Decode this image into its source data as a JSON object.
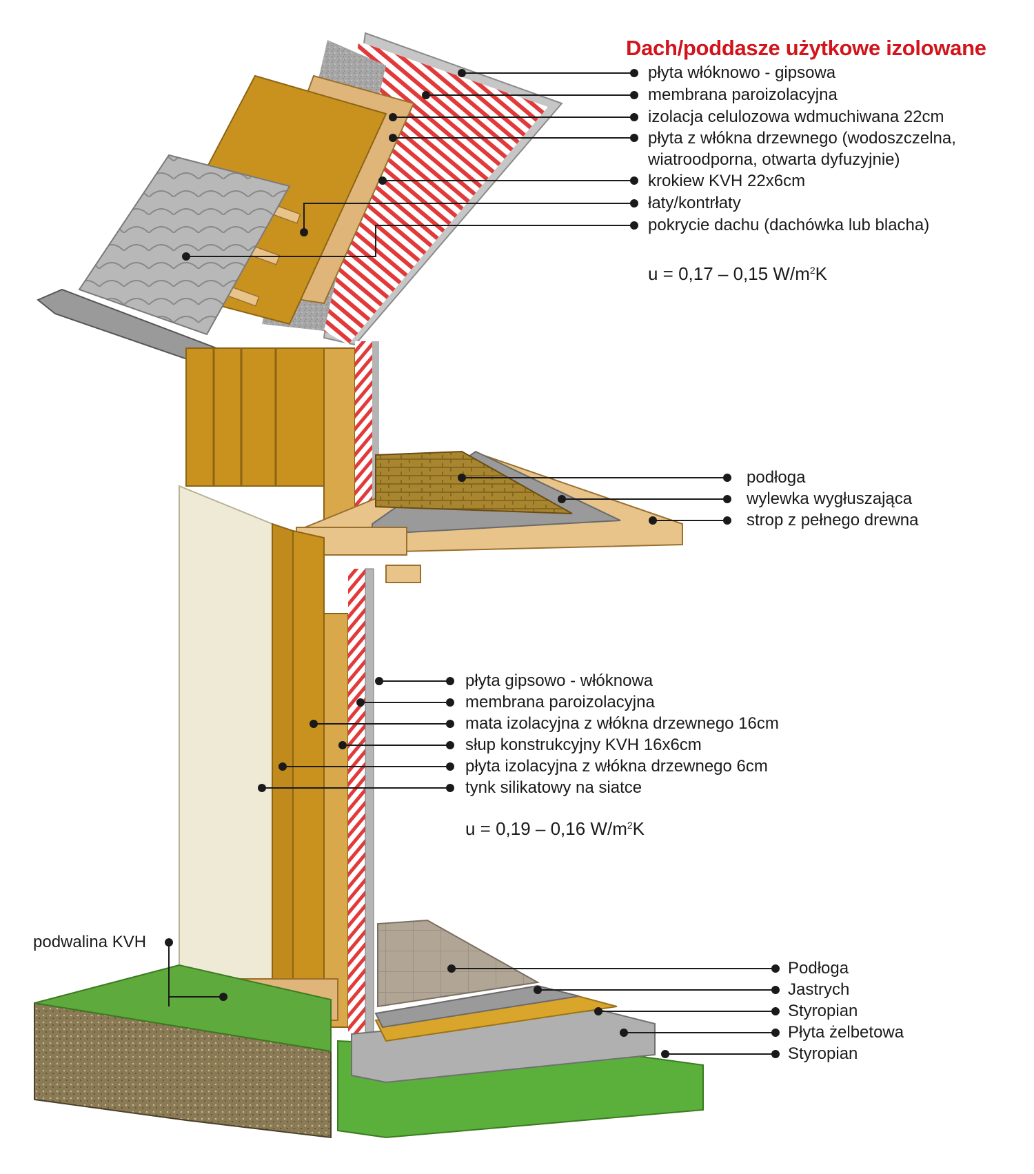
{
  "roof": {
    "title": "Dach/poddasze użytkowe izolowane",
    "labels": [
      "płyta włóknowo - gipsowa",
      "membrana paroizolacyjna",
      "izolacja celulozowa wdmuchiwana 22cm",
      "płyta z włókna drzewnego (wodoszczelna,",
      "wiatroodporna, otwarta dyfuzyjnie)",
      "krokiew KVH 22x6cm",
      "łaty/kontrłaty",
      "pokrycie dachu (dachówka lub blacha)"
    ],
    "u_value_prefix": "u = 0,17 – 0,15 W/m",
    "u_value_sup": "2",
    "u_value_suffix": "K"
  },
  "ceiling": {
    "labels": [
      "podłoga",
      "wylewka wygłuszająca",
      "strop z pełnego drewna"
    ]
  },
  "wall": {
    "labels": [
      "płyta gipsowo - włóknowa",
      "membrana paroizolacyjna",
      "mata izolacyjna z włókna drzewnego 16cm",
      "słup konstrukcyjny KVH 16x6cm",
      "płyta izolacyjna z włókna drzewnego 6cm",
      "tynk silikatowy na siatce"
    ],
    "u_value_prefix": "u = 0,19 – 0,16 W/m",
    "u_value_sup": "2",
    "u_value_suffix": "K"
  },
  "foundation": {
    "sill_label": "podwalina KVH",
    "labels": [
      "Podłoga",
      "Jastrych",
      "Styropian",
      "Płyta żelbetowa",
      "Styropian"
    ]
  },
  "colors": {
    "title_red": "#d2141c",
    "wood": "#c9921f",
    "light_wood": "#e8c48a",
    "membrane_red": "#e23a3a",
    "concrete": "#b0b0b0",
    "grass": "#5faa3c",
    "plaster": "#eeead6"
  }
}
